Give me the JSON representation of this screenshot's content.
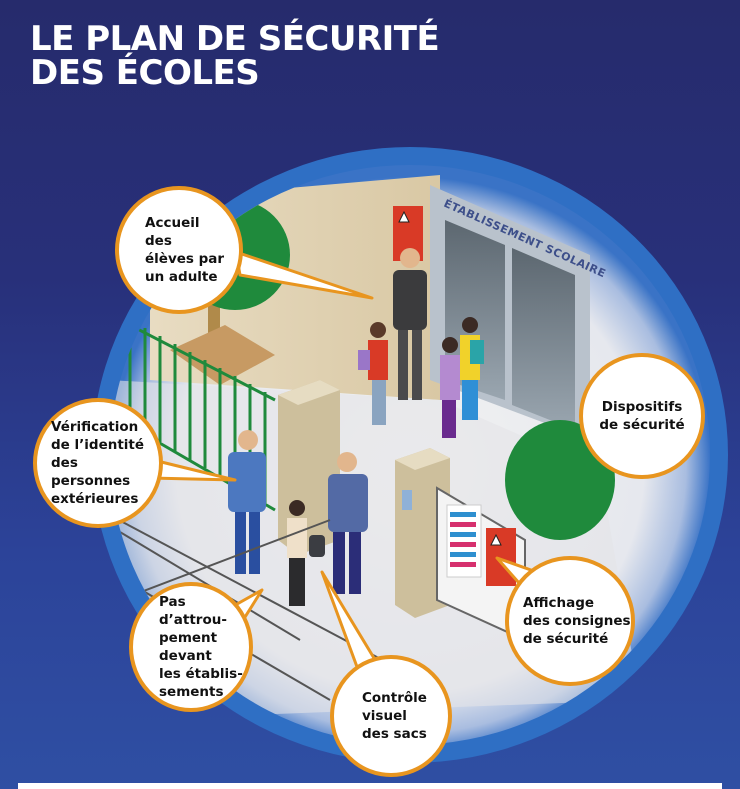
{
  "title": {
    "line1": "LE PLAN DE SÉCURITÉ",
    "line2": "DES ÉCOLES"
  },
  "building": {
    "sign": "ÉTABLISSEMENT SCOLAIRE"
  },
  "callouts": [
    {
      "id": "accueil",
      "text": "Accueil\ndes\nélèves par\nun adulte"
    },
    {
      "id": "verification",
      "text": "Vérification\nde l’identité\ndes personnes\nextérieures"
    },
    {
      "id": "dispositifs",
      "text": "Dispositifs\nde sécurité"
    },
    {
      "id": "attroupement",
      "text": "Pas\nd’attrou-\npement\ndevant\nles établis-\nsements"
    },
    {
      "id": "controle",
      "text": "Contrôle\nvisuel\ndes sacs"
    },
    {
      "id": "affichage",
      "text": "Affichage\ndes consignes\nde sécurité"
    }
  ],
  "colors": {
    "background": "#28307a",
    "ring": "#2f6fc4",
    "callout_border": "#e8951f",
    "fence": "#1f8a3c",
    "alert_panel": "#d93a26"
  }
}
